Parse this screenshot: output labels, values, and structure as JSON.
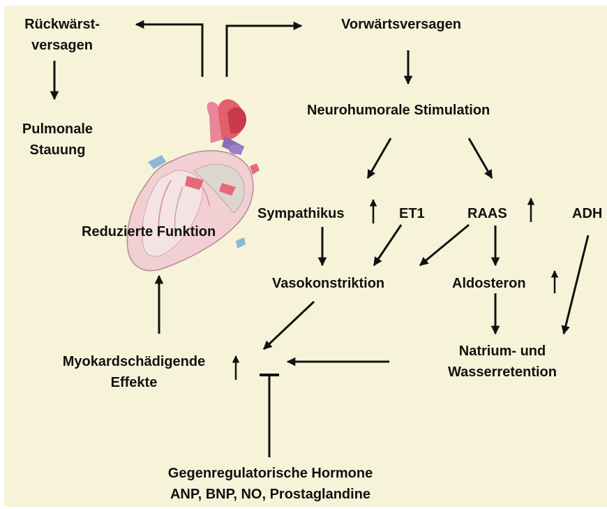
{
  "labels": {
    "rueckwaerts_1": "Rückwärst-",
    "rueckwaerts_2": "versagen",
    "vorwaerts": "Vorwärtsversagen",
    "pulmonale_1": "Pulmonale",
    "pulmonale_2": "Stauung",
    "neurohumorale": "Neurohumorale Stimulation",
    "reduzierte": "Reduzierte Funktion",
    "sympathikus": "Sympathikus",
    "et1": "ET1",
    "raas": "RAAS",
    "adh": "ADH",
    "vasokonstriktion": "Vasokonstriktion",
    "aldosteron": "Aldosteron",
    "natrium_1": "Natrium- und",
    "natrium_2": "Wasserretention",
    "myokard_1": "Myokardschädigende",
    "myokard_2": "Effekte",
    "gegen_1": "Gegenregulatorische Hormone",
    "gegen_2": "ANP, BNP, NO, Prostaglandine"
  },
  "colors": {
    "background": "#f6f3d8",
    "text": "#111111",
    "arrow": "#111111"
  },
  "icons": {
    "heart": "heart-anatomy-illustration",
    "up_arrow": "up-arrow-icon"
  }
}
